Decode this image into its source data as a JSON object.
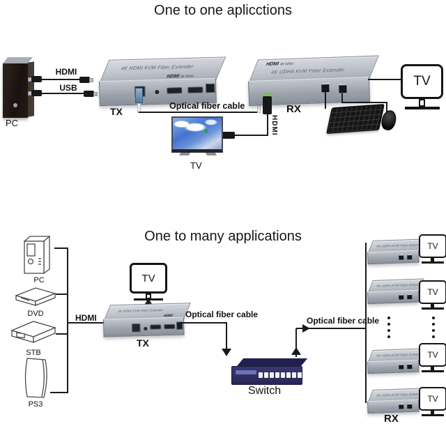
{
  "colors": {
    "line": "#1a1a1a",
    "device_gray": "#a9aeb7",
    "switch_navy": "#322e63",
    "fiber_blue": "#6e93b0",
    "sky_blue": "#4273cf"
  },
  "device_text": {
    "hdmi_logo": "HDMI",
    "hdmi_logo_suffix": "4K 60Hz",
    "tx_print": "4K HDMI KVM Fiber Extender",
    "rx_print": "4K UDHA KVM Fiber Extender"
  },
  "one_to_one": {
    "title": "One to one aplicctions",
    "pc_label": "PC",
    "hdmi_cable_label": "HDMI",
    "usb_cable_label": "USB",
    "tx_label": "TX",
    "optical_fiber_label": "Optical fiber cable",
    "center_tv_label": "TV",
    "hdmi_vertical_label": "HDMI",
    "rx_label": "RX",
    "right_tv_label": "TV"
  },
  "one_to_many": {
    "title": "One to many applications",
    "sources": [
      {
        "label": "PC"
      },
      {
        "label": "DVD"
      },
      {
        "label": "STB"
      },
      {
        "label": "PS3"
      }
    ],
    "hdmi_label": "HDMI",
    "tx_tv_label": "TV",
    "tx_label": "TX",
    "optical_fiber_label_left": "Optical fiber cable",
    "optical_fiber_label_right": "Optical fiber cable",
    "switch_label": "Switch",
    "rx_label": "RX",
    "receivers": [
      {
        "tv_label": "TV"
      },
      {
        "tv_label": "TV"
      },
      {
        "tv_label": "TV"
      },
      {
        "tv_label": "TV"
      }
    ]
  }
}
